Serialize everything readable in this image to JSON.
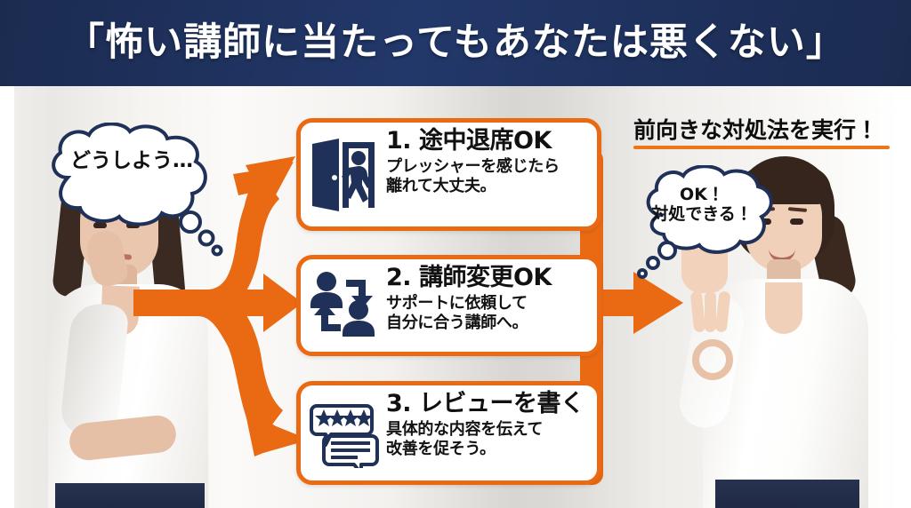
{
  "header": {
    "title": "「怖い講師に当たってもあなたは悪くない」",
    "background_color": "#1d2f57",
    "text_color": "#ffffff"
  },
  "theme": {
    "accent_orange": "#ea6a14",
    "navy": "#1f3158",
    "card_background": "#ffffff",
    "page_background": "#f2f1ef"
  },
  "left_character": {
    "name": "worried-woman",
    "bubble_text": "どうしよう…",
    "mood": "worried"
  },
  "right_character": {
    "name": "confident-woman",
    "bubble_line1": "OK！",
    "bubble_line2": "対処できる！",
    "mood": "positive",
    "gesture": "ok-hand-sign"
  },
  "right_caption": {
    "text": "前向きな対処法を実行！",
    "underline_color": "#ee7518"
  },
  "cards": [
    {
      "icon": "exit-door-icon",
      "title": "1. 途中退席OK",
      "desc": "プレッシャーを感じたら\n離れて大丈夫。"
    },
    {
      "icon": "instructor-swap-icon",
      "title": "2. 講師変更OK",
      "desc": "サポートに依頼して\n自分に合う講師へ。"
    },
    {
      "icon": "review-stars-icon",
      "title": "3. レビューを書く",
      "desc": "具体的な内容を伝えて\n改善を促そう。"
    }
  ],
  "flow": {
    "branch_arrow_count": 3,
    "merge_arrow_count": 1,
    "arrow_color": "#ea6a14"
  }
}
